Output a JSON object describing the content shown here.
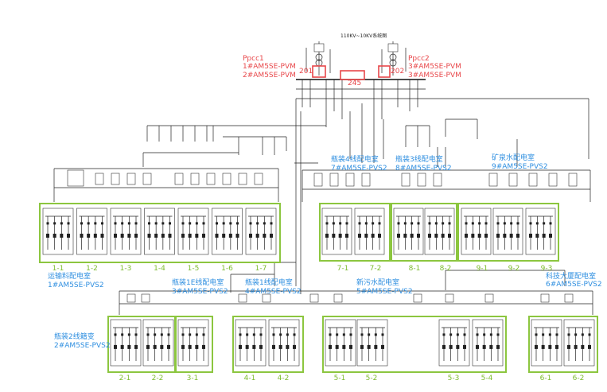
{
  "title": "110KV~10KV系统图",
  "pcc": [
    {
      "name": "Ppcc1",
      "lines": [
        "1#AM5SE-PVM",
        "2#AM5SE-PVM"
      ],
      "breaker": "201"
    },
    {
      "name": "Ppcc2",
      "lines": [
        "3#AM5SE-PVM",
        "3#AM5SE-PVM"
      ],
      "breaker": "202"
    }
  ],
  "tie_breaker": "245",
  "substations": [
    {
      "name": "运输料配电室",
      "device": "1#AM5SE-PVS2"
    },
    {
      "name": "瓶装2线籍变",
      "device": "2#AM5SE-PVS2"
    },
    {
      "name": "瓶装1E线配电室",
      "device": "3#AM5SE-PVS2"
    },
    {
      "name": "瓶装1线配电室",
      "device": "4#AM5SE-PVS2"
    },
    {
      "name": "新污水配电室",
      "device": "5#AM5SE-PVS2"
    },
    {
      "name": "科技大厦配电室",
      "device": "6#AM5SE-PVS2"
    },
    {
      "name": "瓶装4线配电室",
      "device": "7#AM5SE-PVS2"
    },
    {
      "name": "瓶装3线配电室",
      "device": "8#AM5SE-PVS2"
    },
    {
      "name": "矿泉水配电室",
      "device": "9#AM5SE-PVS2"
    }
  ],
  "cabinets_top_left": [
    "1-1",
    "1-2",
    "1-3",
    "1-4",
    "1-5",
    "1-6",
    "1-7"
  ],
  "cabinets_top_right": [
    "7-1",
    "7-2",
    "8-1",
    "8-2",
    "9-1",
    "9-2",
    "9-3"
  ],
  "cabinets_bottom": [
    "2-1",
    "2-2",
    "3-1",
    "4-1",
    "4-2",
    "5-1",
    "5-2",
    "5-3",
    "5-4",
    "6-1",
    "6-2"
  ]
}
